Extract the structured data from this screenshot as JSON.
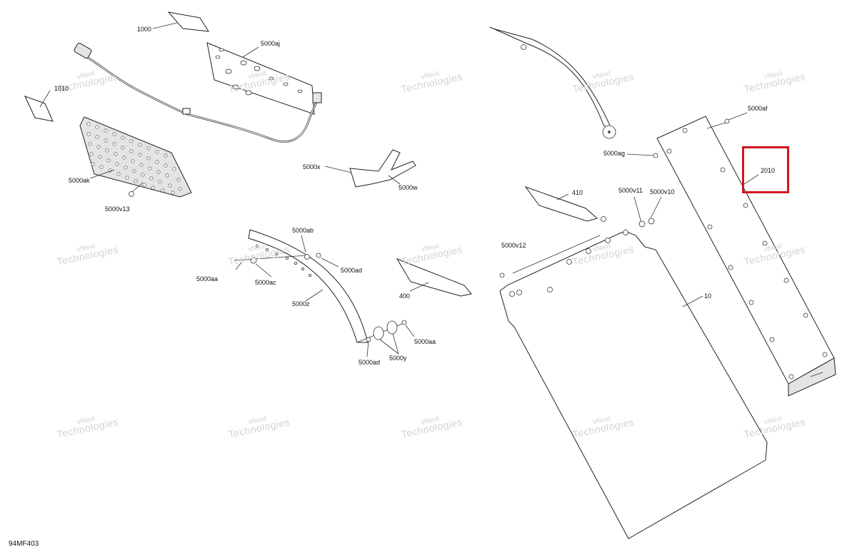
{
  "callouts": {
    "c1000": "1000",
    "c1010": "1010",
    "c5000aj": "5000aj",
    "c5000ak": "5000ak",
    "c5000v13": "5000v13",
    "c5000x": "5000x",
    "c5000w": "5000w",
    "c5000ab": "5000ab",
    "c5000aa_left": "5000aa",
    "c5000ac": "5000ac",
    "c5000ad_upper": "5000ad",
    "c5000z": "5000z",
    "c5000ad_lower": "5000ad",
    "c5000y": "5000y",
    "c5000aa_lower": "5000aa",
    "c400": "400",
    "c410": "410",
    "c5000v12": "5000v12",
    "c5000v11": "5000v11",
    "c5000v10": "5000v10",
    "c5000ag": "5000ag",
    "c5000af": "5000af",
    "c2010": "2010",
    "c10": "10"
  },
  "watermark": {
    "line1": "vNext",
    "line2": "Technologies"
  },
  "highlight_color": "#d0161e",
  "reference_code": "94MF403"
}
